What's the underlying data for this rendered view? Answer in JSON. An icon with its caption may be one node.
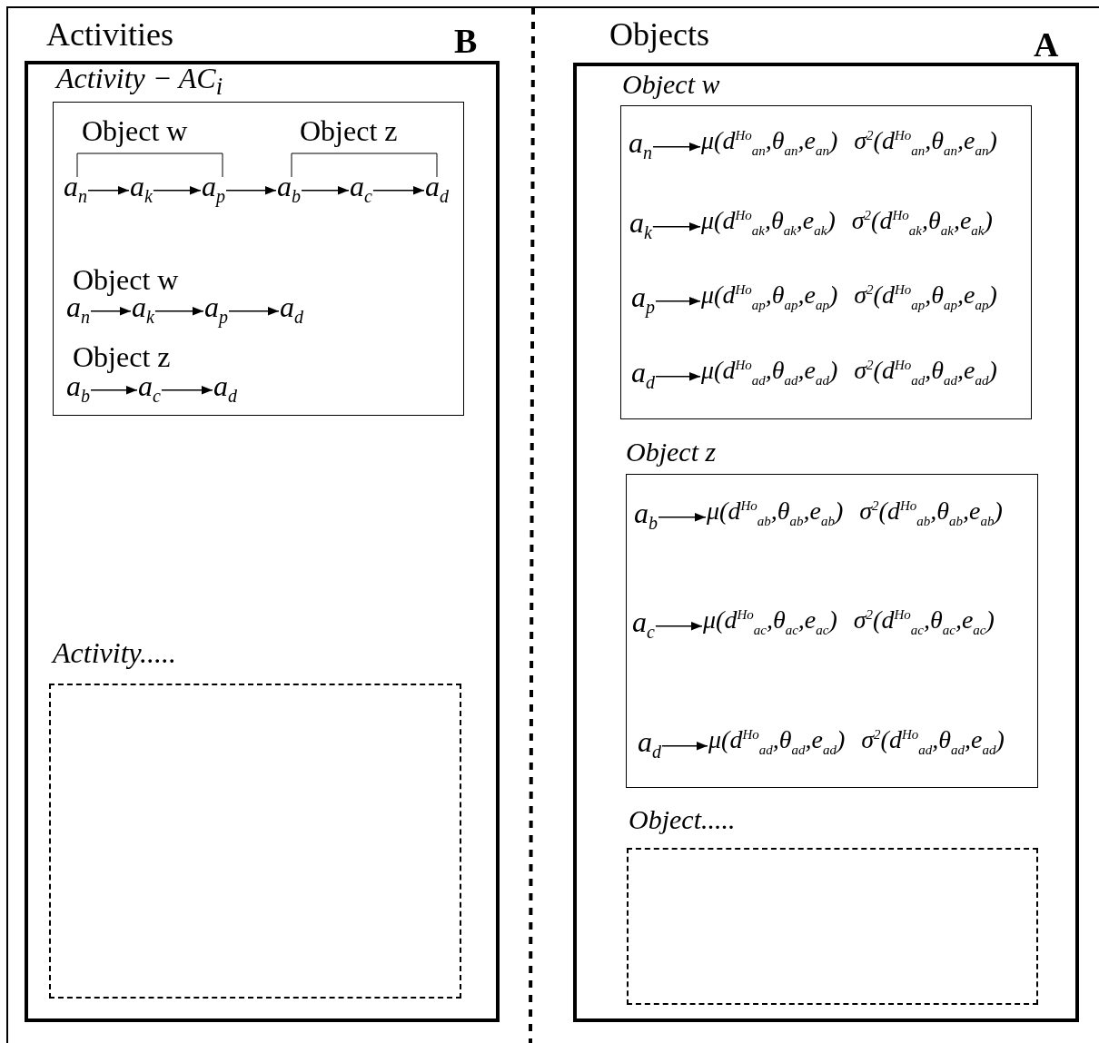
{
  "diagram": {
    "nodes": [
      {
        "text": [
          "Activities"
        ]
      },
      {
        "text": [
          "Activity − AC$_{i}$"
        ],
        "in": 0
      },
      {
        "text": [
          "a$_{n}$"
        ],
        "in": 1
      },
      {
        "text": [
          "a$_{k}$"
        ],
        "in": 1
      },
      {
        "text": [
          "a$_{p}$"
        ],
        "in": 1
      },
      {
        "text": [
          "a$_{b}$"
        ],
        "in": 1
      },
      {
        "text": [
          "a$_{c}$"
        ],
        "in": 1
      },
      {
        "text": [
          "a$_{d}$"
        ],
        "in": 1
      },
      {
        "text": [
          "a$_{n}$"
        ],
        "in": 1
      },
      {
        "text": [
          "a$_{k}$"
        ],
        "in": 1
      },
      {
        "text": [
          "a$_{p}$"
        ],
        "in": 1
      },
      {
        "text": [
          "a$_{d}$"
        ],
        "in": 1
      },
      {
        "text": [
          "a$_{b}$"
        ],
        "in": 1
      },
      {
        "text": [
          "a$_{c}$"
        ],
        "in": 1
      },
      {
        "text": [
          "a$_{d}$"
        ],
        "in": 1
      },
      {
        "text": [
          "Activity....."
        ],
        "in": 0
      },
      {
        "text": [
          "Objects"
        ]
      },
      {
        "text": [
          "Object w"
        ],
        "in": 16
      },
      {
        "text": [
          "a$_{n}$"
        ],
        "in": 17
      },
      {
        "text": [
          "μ(d$^{Ho}$$_{an}$,θ$_{an}$,e$_{an}$)",
          "σ$^{2}$(d$^{Ho}$$_{an}$,θ$_{an}$,e$_{an}$)"
        ],
        "in": 17
      },
      {
        "text": [
          "a$_{k}$"
        ],
        "in": 17
      },
      {
        "text": [
          "μ(d$^{Ho}$$_{ak}$,θ$_{ak}$,e$_{ak}$)",
          "σ$^{2}$(d$^{Ho}$$_{ak}$,θ$_{ak}$,e$_{ak}$)"
        ],
        "in": 17
      },
      {
        "text": [
          "a$_{p}$"
        ],
        "in": 17
      },
      {
        "text": [
          "μ(d$^{Ho}$$_{ap}$,θ$_{ap}$,e$_{ap}$)",
          "σ$^{2}$(d$^{Ho}$$_{ap}$,θ$_{ap}$,e$_{ap}$)"
        ],
        "in": 17
      },
      {
        "text": [
          "a$_{d}$"
        ],
        "in": 17
      },
      {
        "text": [
          "μ(d$^{Ho}$$_{ad}$,θ$_{ad}$,e$_{ad}$)",
          "σ$^{2}$(d$^{Ho}$$_{ad}$,θ$_{ad}$,e$_{ad}$)"
        ],
        "in": 17
      },
      {
        "text": [
          "Object z"
        ],
        "in": 16
      },
      {
        "text": [
          "a$_{b}$"
        ],
        "in": 26
      },
      {
        "text": [
          "μ(d$^{Ho}$$_{ab}$,θ$_{ab}$,e$_{ab}$)",
          "σ$^{2}$(d$^{Ho}$$_{ab}$,θ$_{ab}$,e$_{ab}$)"
        ],
        "in": 26
      },
      {
        "text": [
          "a$_{c}$"
        ],
        "in": 26
      },
      {
        "text": [
          "μ(d$^{Ho}$$_{ac}$,θ$_{ac}$,e$_{ac}$)",
          "σ$^{2}$(d$^{Ho}$$_{ac}$,θ$_{ac}$,e$_{ac}$)"
        ],
        "in": 26
      },
      {
        "text": [
          "a$_{d}$"
        ],
        "in": 26
      },
      {
        "text": [
          "μ(d$^{Ho}$$_{ad}$,θ$_{ad}$,e$_{ad}$)",
          "σ$^{2}$(d$^{Ho}$$_{ad}$,θ$_{ad}$,e$_{ad}$)"
        ],
        "in": 26
      },
      {
        "text": [
          "Object....."
        ],
        "in": 16
      }
    ],
    "edges": [
      {
        "from": 2,
        "to": 3,
        "arrow": "to"
      },
      {
        "from": 3,
        "to": 4,
        "arrow": "to"
      },
      {
        "from": 4,
        "to": 5,
        "arrow": "to"
      },
      {
        "from": 5,
        "to": 6,
        "arrow": "to"
      },
      {
        "from": 6,
        "to": 7,
        "arrow": "to"
      },
      {
        "from": 8,
        "to": 9,
        "arrow": "to"
      },
      {
        "from": 9,
        "to": 10,
        "arrow": "to"
      },
      {
        "from": 10,
        "to": 11,
        "arrow": "to"
      },
      {
        "from": 12,
        "to": 13,
        "arrow": "to"
      },
      {
        "from": 13,
        "to": 14,
        "arrow": "to"
      },
      {
        "from": 18,
        "to": 19,
        "arrow": "to"
      },
      {
        "from": 20,
        "to": 21,
        "arrow": "to"
      },
      {
        "from": 22,
        "to": 23,
        "arrow": "to"
      },
      {
        "from": 24,
        "to": 25,
        "arrow": "to"
      },
      {
        "from": 27,
        "to": 28,
        "arrow": "to"
      },
      {
        "from": 29,
        "to": 30,
        "arrow": "to"
      },
      {
        "from": 31,
        "to": 32,
        "arrow": "to"
      }
    ],
    "labels": [
      "B",
      "Object w",
      "Object z",
      "Object w",
      "Object z",
      "A"
    ]
  }
}
